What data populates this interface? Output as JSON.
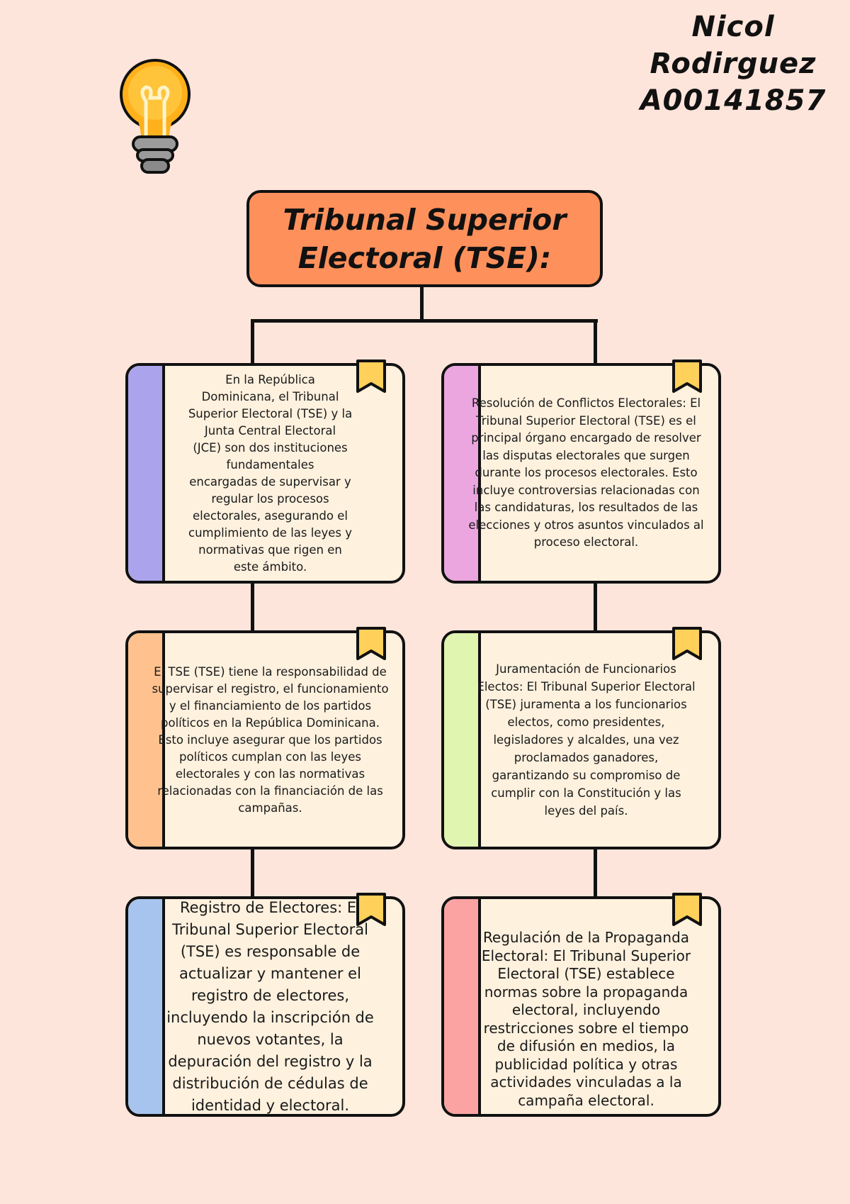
{
  "author": {
    "name": "Nicol Rodirguez",
    "id": "A00141857"
  },
  "icon": "lightbulb-icon",
  "title": "Tribunal Superior\nElectoral (TSE):",
  "colors": {
    "background": "#fee5db",
    "title_box": "#fe905c",
    "card_fill": "#fef1de",
    "bookmark": "#ffd05a"
  },
  "cards": [
    {
      "stripe": "#aba4ec",
      "text": "En la República\nDominicana, el Tribunal\nSuperior Electoral (TSE) y la\nJunta Central Electoral\n(JCE) son dos instituciones\nfundamentales\nencargadas de supervisar y\nregular los procesos\nelectorales, asegurando el\ncumplimiento de las leyes y\nnormativas que rigen en\neste ámbito."
    },
    {
      "stripe": "#eba6e0",
      "text": "Resolución de Conflictos Electorales: El\nTribunal Superior Electoral (TSE) es el\nprincipal órgano encargado de resolver\nlas disputas electorales que surgen\ndurante los procesos electorales. Esto\nincluye controversias relacionadas con\nlas candidaturas, los resultados de las\nelecciones y otros asuntos vinculados al\nproceso electoral."
    },
    {
      "stripe": "#ffc28f",
      "text": "El TSE (TSE) tiene la responsabilidad de\nsupervisar el registro, el funcionamiento\ny el financiamiento de los partidos\npolíticos en la República Dominicana.\nEsto incluye asegurar que los partidos\npolíticos cumplan con las leyes\nelectorales y con las normativas\nrelacionadas con la financiación de las\ncampañas."
    },
    {
      "stripe": "#e0f5b0",
      "text": "Juramentación de Funcionarios\nElectos: El Tribunal Superior Electoral\n(TSE) juramenta a los funcionarios\nelectos, como presidentes,\nlegisladores y alcaldes, una vez\nproclamados ganadores,\ngarantizando su compromiso de\ncumplir con la Constitución y las\nleyes del país."
    },
    {
      "stripe": "#a6c4ee",
      "text": "Registro de Electores: El\nTribunal Superior Electoral\n(TSE) es responsable de\nactualizar y mantener el\nregistro de electores,\nincluyendo la inscripción de\nnuevos votantes, la\ndepuración del registro y la\ndistribución de cédulas de\nidentidad y electoral."
    },
    {
      "stripe": "#fba3a3",
      "text": "Regulación de la Propaganda\nElectoral: El Tribunal Superior\nElectoral (TSE) establece\nnormas sobre la propaganda\nelectoral, incluyendo\nrestricciones sobre el tiempo\nde difusión en medios, la\npublicidad política y otras\nactividades vinculadas a la\ncampaña electoral."
    }
  ]
}
